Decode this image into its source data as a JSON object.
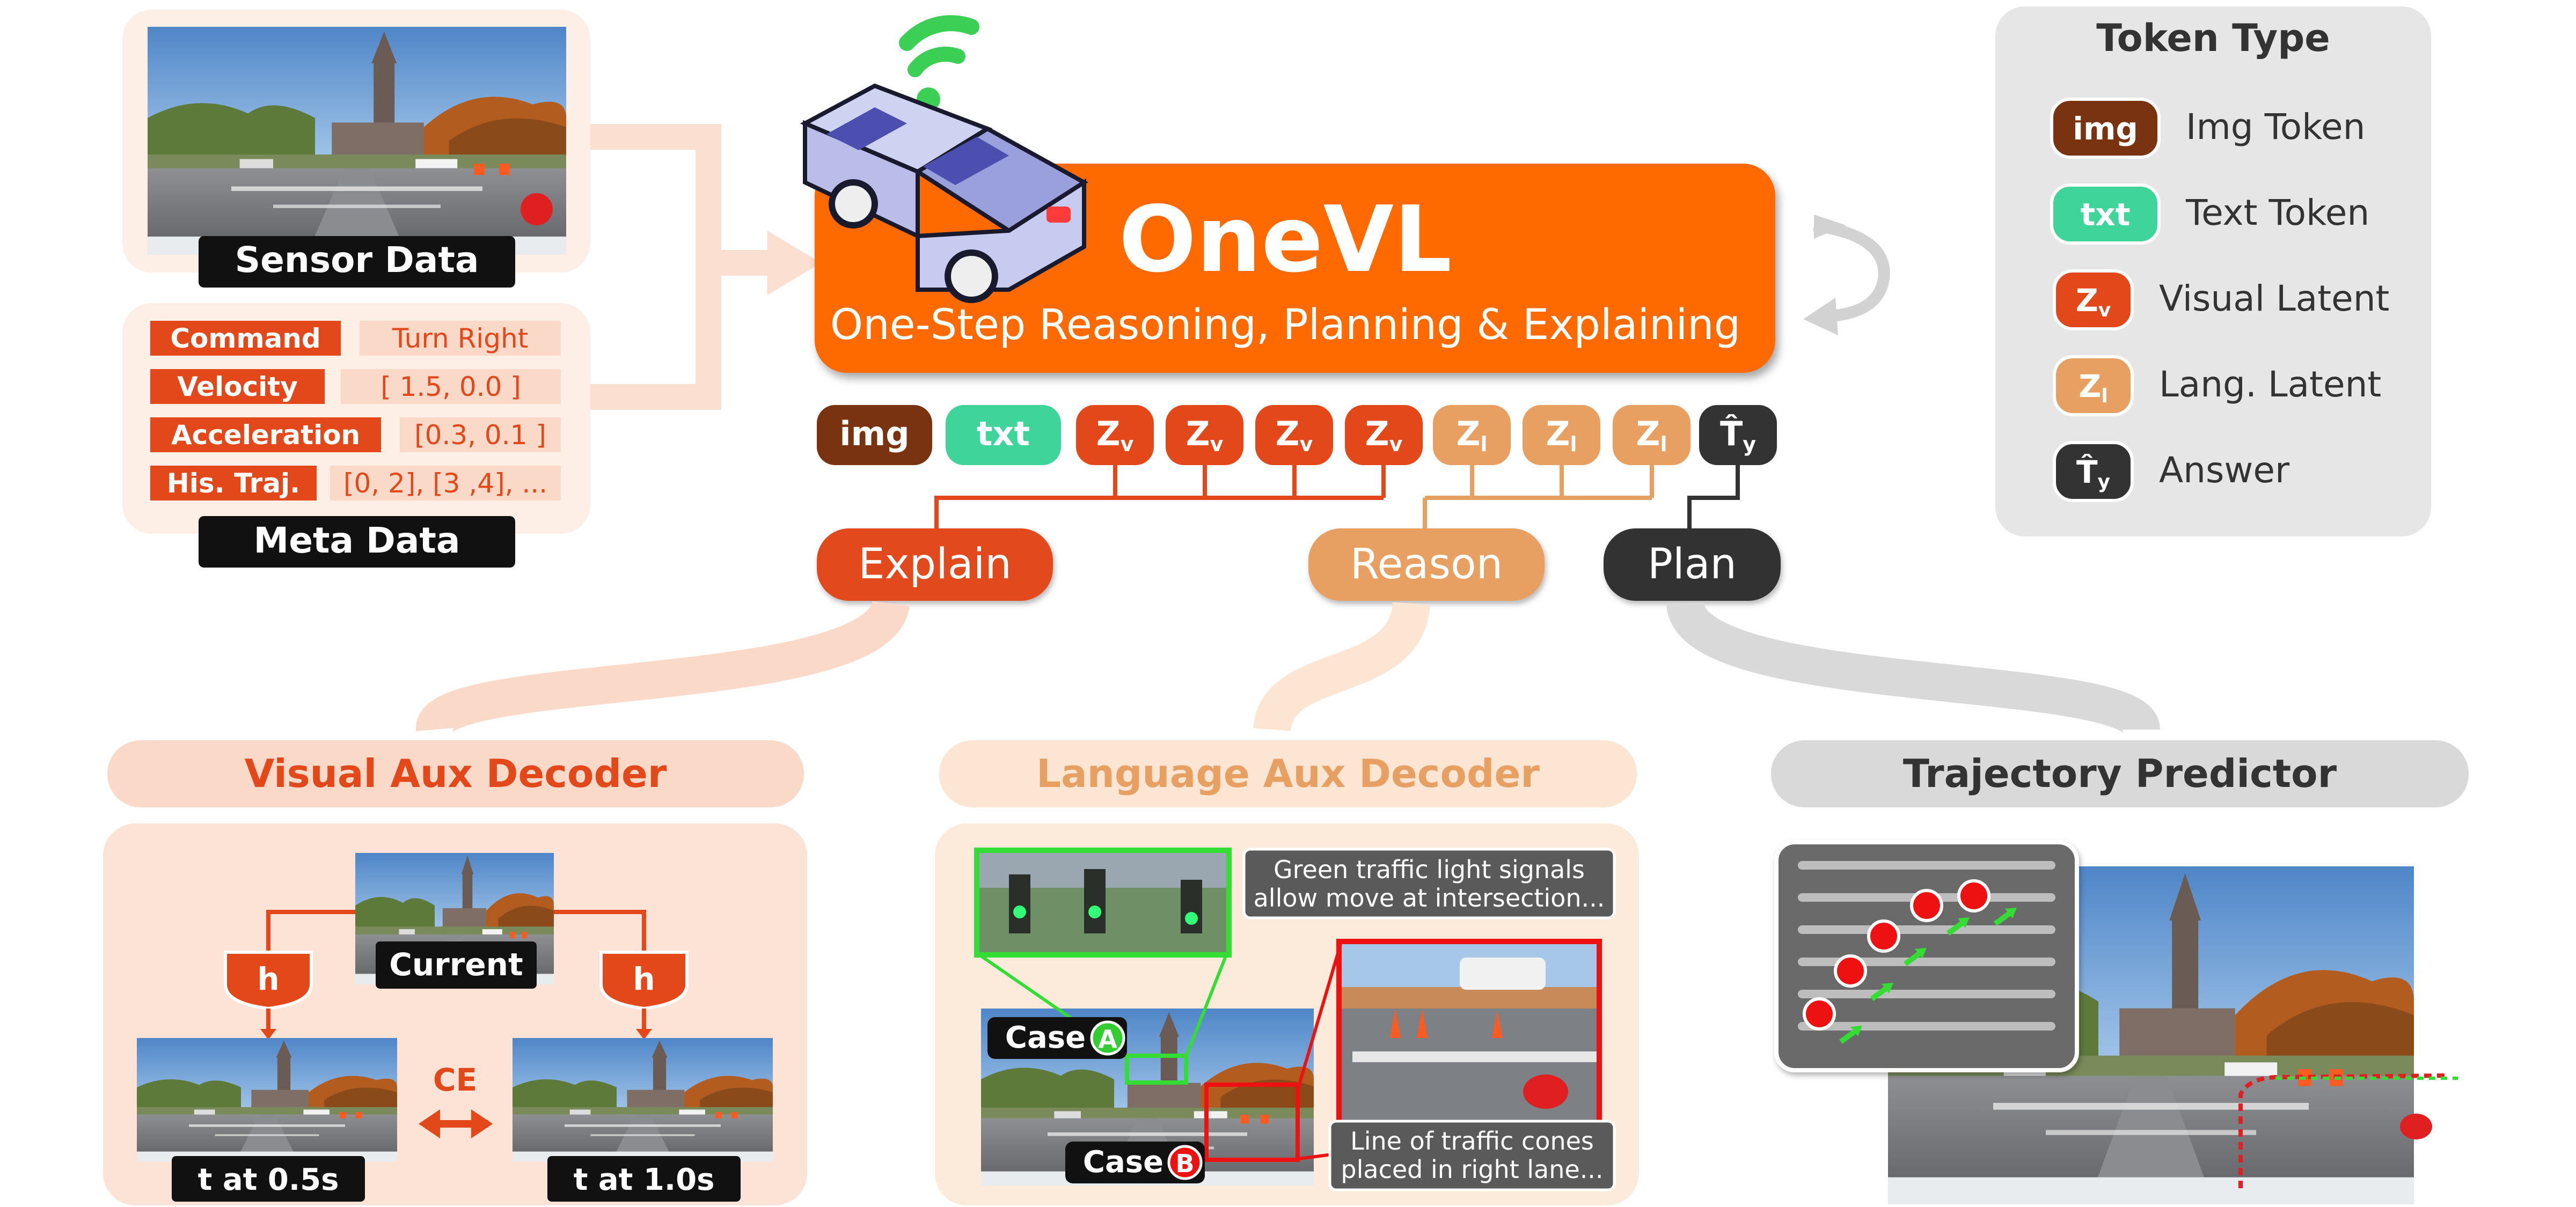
{
  "inputs": {
    "sensor_label": "Sensor Data",
    "meta_label": "Meta Data",
    "meta_rows": [
      {
        "key": "Command",
        "value": "Turn Right"
      },
      {
        "key": "Velocity",
        "value": "[ 1.5, 0.0 ]"
      },
      {
        "key": "Acceleration",
        "value": "[0.3, 0.1 ]"
      },
      {
        "key": "His. Traj.",
        "value": "[0, 2], [3 ,4], ..."
      }
    ]
  },
  "model": {
    "title": "OneVL",
    "subtitle": "One-Step Reasoning, Planning & Explaining"
  },
  "tokens": {
    "img": "img",
    "txt": "txt",
    "zv": "Z",
    "zv_sub": "v",
    "zl": "Z",
    "zl_sub": "l",
    "ty": "T̂",
    "ty_sub": "y"
  },
  "heads": {
    "explain": "Explain",
    "reason": "Reason",
    "plan": "Plan"
  },
  "legend": {
    "title": "Token Type",
    "items": [
      {
        "chip": "img",
        "label": "Img Token"
      },
      {
        "chip": "txt",
        "label": "Text Token"
      },
      {
        "chip": "Z",
        "chip_sub": "v",
        "label": "Visual Latent"
      },
      {
        "chip": "Z",
        "chip_sub": "l",
        "label": "Lang. Latent"
      },
      {
        "chip": "T̂",
        "chip_sub": "y",
        "label": "Answer"
      }
    ]
  },
  "visual_decoder": {
    "title": "Visual Aux Decoder",
    "current": "Current",
    "h": "h",
    "ce": "CE",
    "frame_a": "t at 0.5s",
    "frame_b": "t at 1.0s"
  },
  "language_decoder": {
    "title": "Language Aux Decoder",
    "case_a": "Case",
    "case_a_badge": "A",
    "case_b": "Case",
    "case_b_badge": "B",
    "caption_a_line1": "Green traffic light signals",
    "caption_a_line2": "allow move at intersection...",
    "caption_b_line1": "Line of traffic cones",
    "caption_b_line2": "placed in right lane..."
  },
  "trajectory": {
    "title": "Trajectory Predictor"
  },
  "colors": {
    "orange": "#ff6a00",
    "red_orange": "#e2481a",
    "brown": "#7a3310",
    "green": "#3ed49a",
    "tan": "#e8a062",
    "dark": "#333333",
    "pale_orange": "#fde3d6",
    "pale_tan": "#fcebdb",
    "gray": "#e6e6e6"
  }
}
